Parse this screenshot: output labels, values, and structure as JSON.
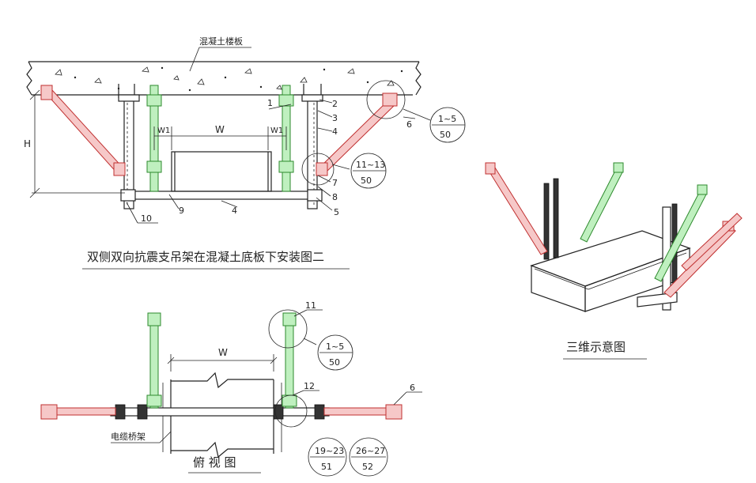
{
  "front_view": {
    "slab_label": "混凝土楼板",
    "title": "双侧双向抗震支吊架在混凝土底板下安装图二",
    "dim_h": "H",
    "dim_w": "W",
    "dim_w1_left": "W1",
    "dim_w1_right": "W1",
    "callouts": {
      "c1": "1",
      "c2": "2",
      "c3": "3",
      "c4a": "4",
      "c4b": "4",
      "c5": "5",
      "c6": "6",
      "c7": "7",
      "c8": "8",
      "c9": "9",
      "c10": "10"
    },
    "detail_a": {
      "top": "1~5",
      "bottom": "50"
    },
    "detail_b": {
      "top": "11~13",
      "bottom": "50"
    }
  },
  "plan_view": {
    "title": "俯 视 图",
    "cable_tray_label": "电缆桥架",
    "dim_w": "W",
    "callouts": {
      "c11": "11",
      "c12": "12",
      "c6": "6"
    },
    "detail_a": {
      "top": "1~5",
      "bottom": "50"
    },
    "detail_b": {
      "top": "19~23",
      "bottom": "51"
    },
    "detail_c": {
      "top": "26~27",
      "bottom": "52"
    }
  },
  "iso_view": {
    "title": "三维示意图"
  },
  "colors": {
    "lateral_brace": "#e04545",
    "longitudinal_brace": "#3aa63a",
    "line": "#222222"
  }
}
